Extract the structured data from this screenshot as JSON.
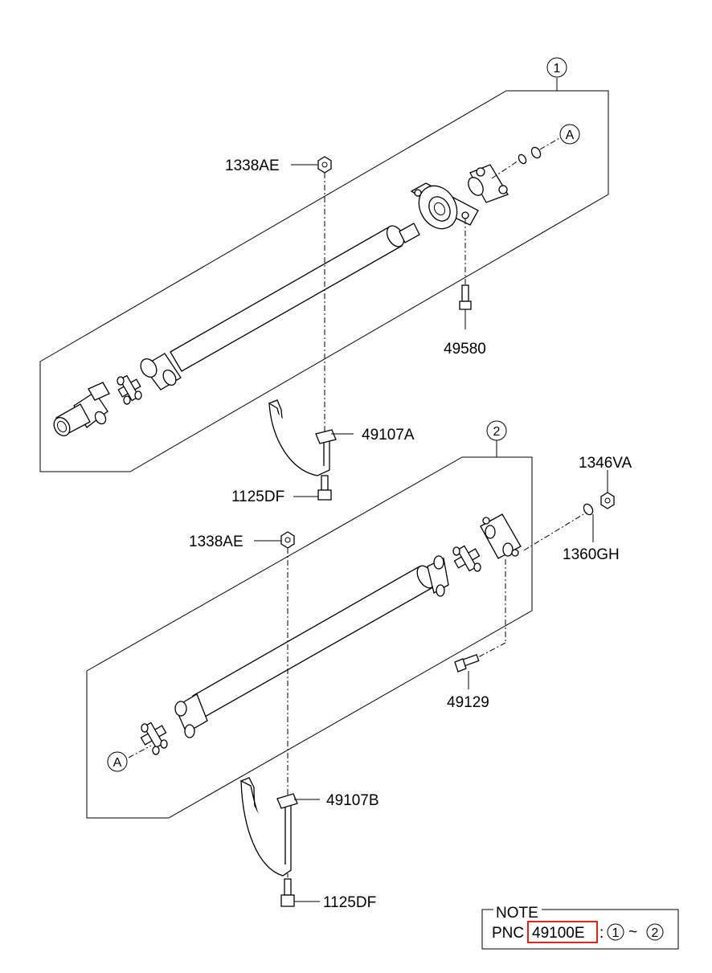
{
  "callouts": {
    "group1": "1",
    "group2": "2",
    "ref_a_top": "A",
    "ref_a_bottom": "A"
  },
  "labels": {
    "nut_top": "1338AE",
    "bolt_49580": "49580",
    "strap_a": "49107A",
    "bolt_1125_top": "1125DF",
    "nut_1346": "1346VA",
    "nut_mid": "1338AE",
    "washer_1360": "1360GH",
    "bolt_49129": "49129",
    "strap_b": "49107B",
    "bolt_1125_bottom": "1125DF"
  },
  "note": {
    "title": "NOTE",
    "pnc_label": "PNC",
    "pnc_value": "49100E",
    "separator": ":",
    "range_start": "1",
    "tilde": "~",
    "range_end": "2"
  },
  "colors": {
    "highlight": "#e2231a",
    "line": "#000000"
  }
}
